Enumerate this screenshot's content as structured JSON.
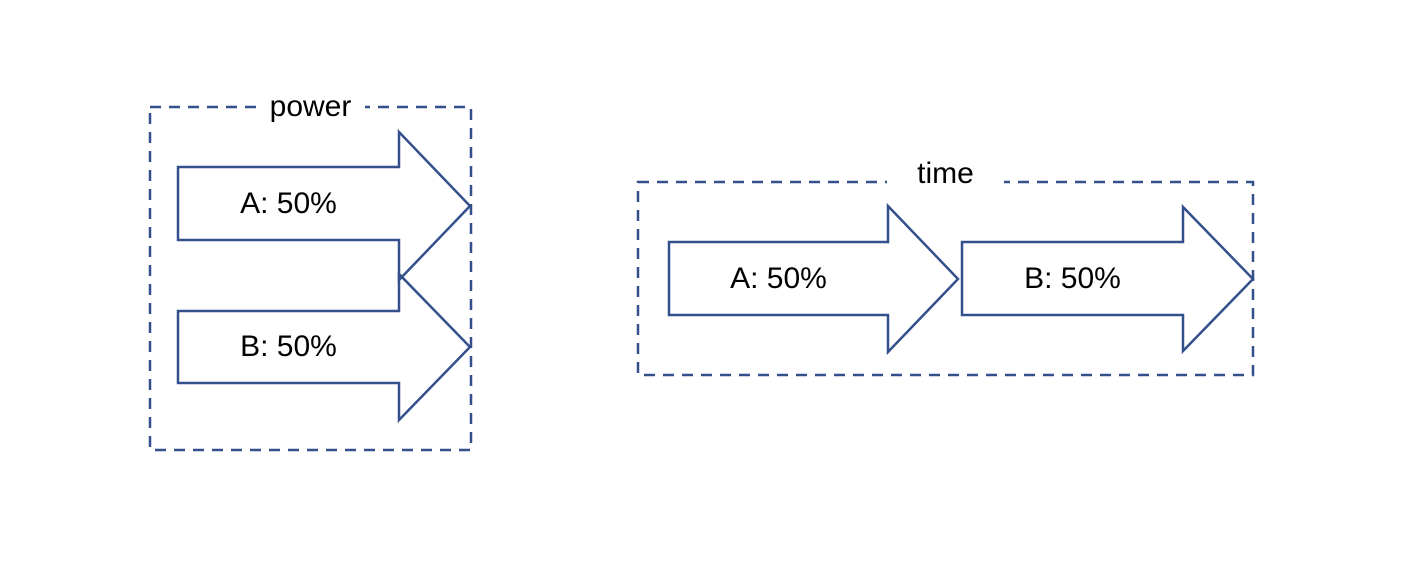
{
  "diagram": {
    "colors": {
      "accent": "#34508C",
      "text": "#000000",
      "background": "#ffffff"
    },
    "power_group": {
      "label": "power",
      "arrow_a_label": "A: 50%",
      "arrow_b_label": "B: 50%"
    },
    "time_group": {
      "label": "time",
      "arrow_a_label": "A: 50%",
      "arrow_b_label": "B: 50%"
    }
  }
}
